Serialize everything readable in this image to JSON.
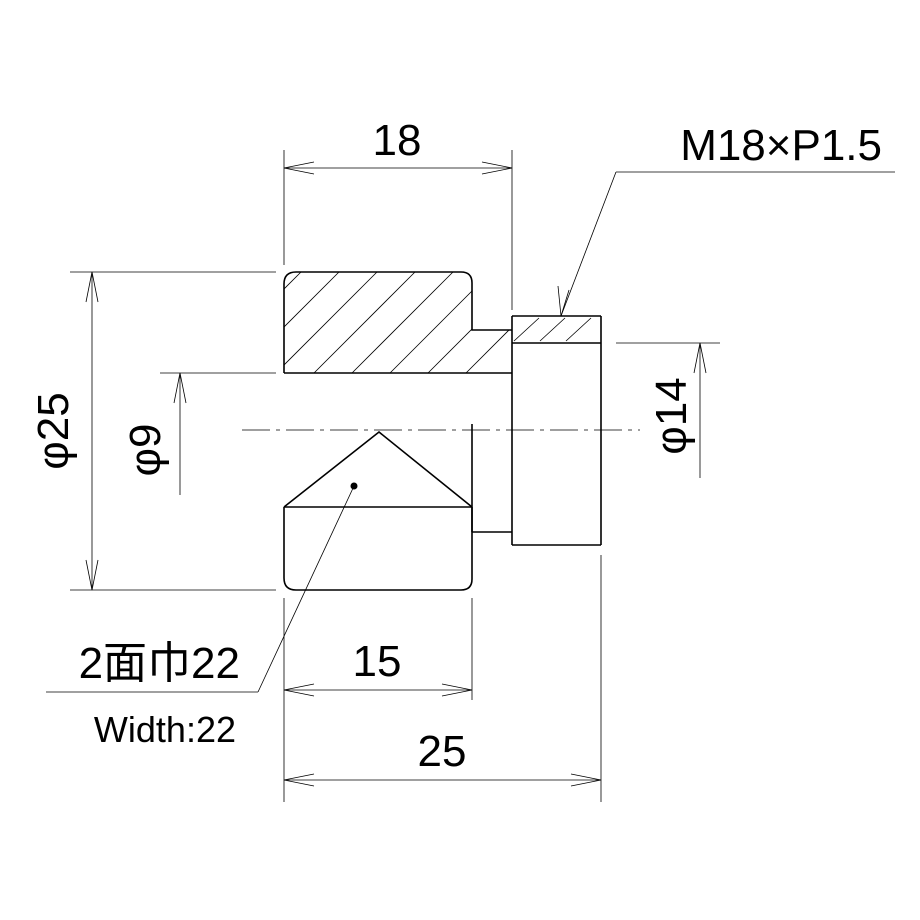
{
  "dimensions": {
    "top_length": "18",
    "thread_spec": "M18×P1.5",
    "outer_diameter": "φ25",
    "bore_diameter": "φ9",
    "thread_minor_diameter": "φ14",
    "hex_length": "15",
    "overall_length": "25",
    "width_across_flats_jp": "2面巾22",
    "width_across_flats_en": "Width:22"
  }
}
